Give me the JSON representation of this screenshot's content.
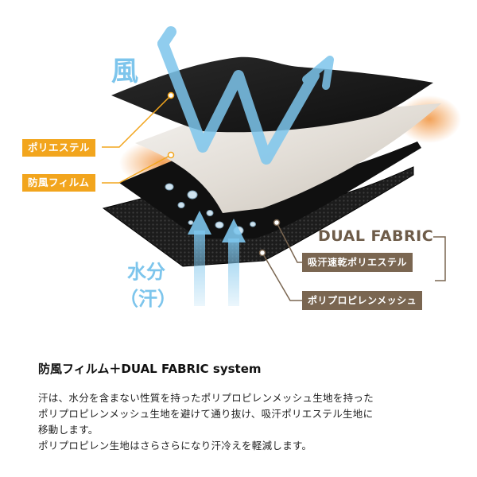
{
  "diagram": {
    "wind_label": "風",
    "moisture_label_line1": "水分",
    "moisture_label_line2": "（汗）",
    "outer_layers": [
      "ポリエステル",
      "防風フィルム"
    ],
    "dual_fabric_title": "DUAL FABRIC",
    "dual_fabric_layers": [
      "吸汗速乾ポリエステル",
      "ポリプロピレンメッシュ"
    ],
    "colors": {
      "arrow_blue": "#7dc5ec",
      "tag_orange": "#f2a51d",
      "tag_brown": "#7a6651",
      "layer_black": "#151515",
      "glow_orange": "#f0913a"
    }
  },
  "text": {
    "heading": "防風フィルム＋DUAL FABRIC system",
    "body_lines": [
      "汗は、水分を含まない性質を持ったポリプロピレンメッシュ生地を持った",
      "ポリプロピレンメッシュ生地を避けて通り抜け、吸汗ポリエステル生地に",
      "移動します。",
      "ポリプロピレン生地はさらさらになり汗冷えを軽減します。"
    ]
  }
}
